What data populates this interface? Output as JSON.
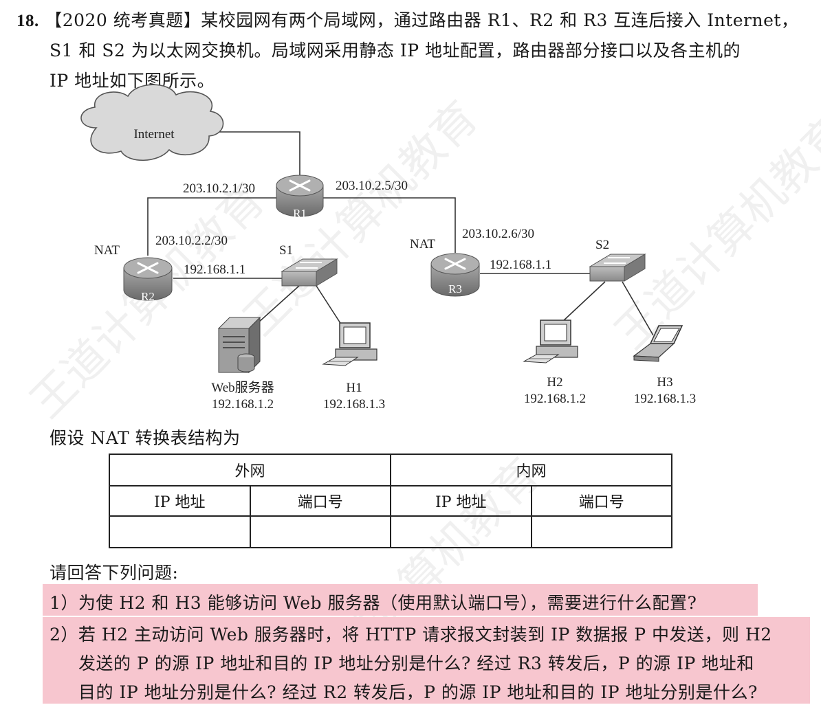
{
  "question": {
    "number": "18.",
    "line1": "【2020 统考真题】某校园网有两个局域网，通过路由器 R1、R2 和 R3 互连后接入 Internet，",
    "line2": "S1 和 S2 为以太网交换机。局域网采用静态 IP 地址配置，路由器部分接口以及各主机的",
    "line3": "IP 地址如下图所示。"
  },
  "diagram": {
    "internet": "Internet",
    "routers": {
      "r1": "R1",
      "r2": "R2",
      "r3": "R3"
    },
    "switches": {
      "s1": "S1",
      "s2": "S2"
    },
    "nat_r2": "NAT",
    "nat_r3": "NAT",
    "ips": {
      "r1_left": "203.10.2.1/30",
      "r1_right": "203.10.2.5/30",
      "r2_wan": "203.10.2.2/30",
      "r2_lan": "192.168.1.1",
      "r3_wan": "203.10.2.6/30",
      "r3_lan": "192.168.1.1"
    },
    "hosts": {
      "web_name": "Web服务器",
      "web_ip": "192.168.1.2",
      "h1_name": "H1",
      "h1_ip": "192.168.1.3",
      "h2_name": "H2",
      "h2_ip": "192.168.1.2",
      "h3_name": "H3",
      "h3_ip": "192.168.1.3"
    }
  },
  "nat_intro": "假设 NAT 转换表结构为",
  "nat_table": {
    "outer": "外网",
    "inner": "内网",
    "col1": "IP 地址",
    "col2": "端口号",
    "col3": "IP 地址",
    "col4": "端口号"
  },
  "answer_prompt": "请回答下列问题:",
  "questions": {
    "q1": "1）为使 H2 和 H3 能够访问 Web 服务器（使用默认端口号），需要进行什么配置?",
    "q2_line1": "2）若 H2 主动访问 Web 服务器时，将 HTTP 请求报文封装到 IP 数据报 P 中发送，则 H2",
    "q2_line2": "发送的 P 的源 IP 地址和目的 IP 地址分别是什么? 经过 R3 转发后，P 的源 IP 地址和",
    "q2_line3": "目的 IP 地址分别是什么? 经过 R2 转发后，P 的源 IP 地址和目的 IP 地址分别是什么?"
  },
  "colors": {
    "highlight": "#f7c6cf",
    "device_gray": "#8c8c8c",
    "cloud_gray": "#d9d9d9"
  },
  "watermark": "王道计算机教育"
}
